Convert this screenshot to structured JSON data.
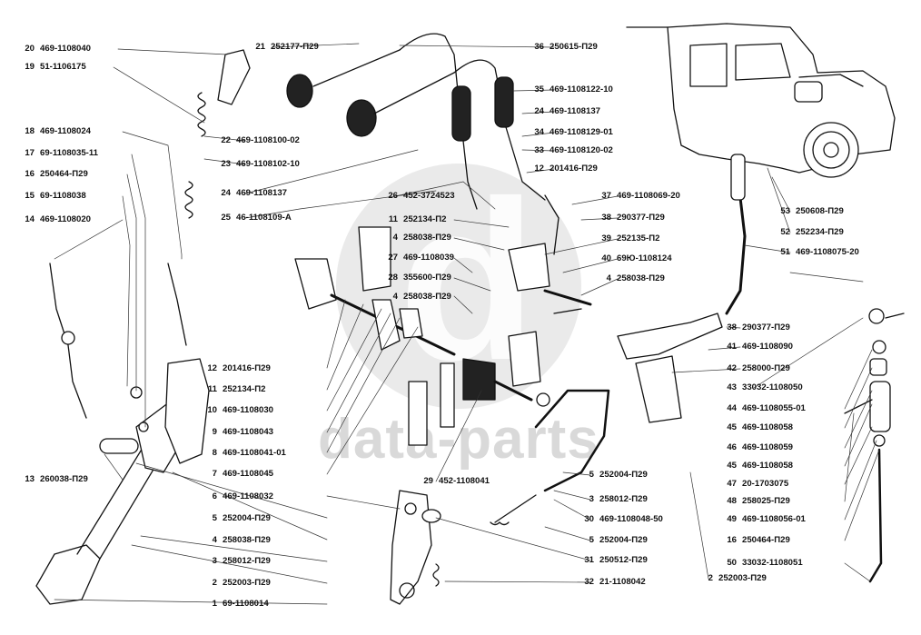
{
  "watermark": {
    "brand": "data-parts"
  },
  "callouts": [
    {
      "num": "20",
      "code": "469-1108040"
    },
    {
      "num": "19",
      "code": "51-1106175"
    },
    {
      "num": "18",
      "code": "469-1108024"
    },
    {
      "num": "17",
      "code": "69-1108035-11"
    },
    {
      "num": "16",
      "code": "250464-П29"
    },
    {
      "num": "15",
      "code": "69-1108038"
    },
    {
      "num": "14",
      "code": "469-1108020"
    },
    {
      "num": "13",
      "code": "260038-П29"
    },
    {
      "num": "21",
      "code": "252177-П29"
    },
    {
      "num": "22",
      "code": "469-1108100-02"
    },
    {
      "num": "23",
      "code": "469-1108102-10"
    },
    {
      "num": "24",
      "code": "469-1108137"
    },
    {
      "num": "25",
      "code": "46-1108109-А"
    },
    {
      "num": "26",
      "code": "452-3724523"
    },
    {
      "num": "11",
      "code": "252134-П2"
    },
    {
      "num": "4",
      "code": "258038-П29"
    },
    {
      "num": "27",
      "code": "469-1108039"
    },
    {
      "num": "28",
      "code": "355600-П29"
    },
    {
      "num": "4",
      "code": "258038-П29"
    },
    {
      "num": "12",
      "code": "201416-П29"
    },
    {
      "num": "11",
      "code": "252134-П2"
    },
    {
      "num": "10",
      "code": "469-1108030"
    },
    {
      "num": "9",
      "code": "469-1108043"
    },
    {
      "num": "8",
      "code": "469-1108041-01"
    },
    {
      "num": "7",
      "code": "469-1108045"
    },
    {
      "num": "6",
      "code": "469-1108032"
    },
    {
      "num": "5",
      "code": "252004-П29"
    },
    {
      "num": "4",
      "code": "258038-П29"
    },
    {
      "num": "3",
      "code": "258012-П29"
    },
    {
      "num": "2",
      "code": "252003-П29"
    },
    {
      "num": "1",
      "code": "69-1108014"
    },
    {
      "num": "36",
      "code": "250615-П29"
    },
    {
      "num": "35",
      "code": "469-1108122-10"
    },
    {
      "num": "24",
      "code": "469-1108137"
    },
    {
      "num": "34",
      "code": "469-1108129-01"
    },
    {
      "num": "33",
      "code": "469-1108120-02"
    },
    {
      "num": "12",
      "code": "201416-П29"
    },
    {
      "num": "37",
      "code": "469-1108069-20"
    },
    {
      "num": "38",
      "code": "290377-П29"
    },
    {
      "num": "39",
      "code": "252135-П2"
    },
    {
      "num": "40",
      "code": "69Ю-1108124"
    },
    {
      "num": "4",
      "code": "258038-П29"
    },
    {
      "num": "38",
      "code": "290377-П29"
    },
    {
      "num": "41",
      "code": "469-1108090"
    },
    {
      "num": "42",
      "code": "258000-П29"
    },
    {
      "num": "29",
      "code": "452-1108041"
    },
    {
      "num": "5",
      "code": "252004-П29"
    },
    {
      "num": "3",
      "code": "258012-П29"
    },
    {
      "num": "30",
      "code": "469-1108048-50"
    },
    {
      "num": "5",
      "code": "252004-П29"
    },
    {
      "num": "31",
      "code": "250512-П29"
    },
    {
      "num": "32",
      "code": "21-1108042"
    },
    {
      "num": "2",
      "code": "252003-П29"
    },
    {
      "num": "53",
      "code": "250608-П29"
    },
    {
      "num": "52",
      "code": "252234-П29"
    },
    {
      "num": "51",
      "code": "469-1108075-20"
    },
    {
      "num": "43",
      "code": "33032-1108050"
    },
    {
      "num": "44",
      "code": "469-1108055-01"
    },
    {
      "num": "45",
      "code": "469-1108058"
    },
    {
      "num": "46",
      "code": "469-1108059"
    },
    {
      "num": "45",
      "code": "469-1108058"
    },
    {
      "num": "47",
      "code": "20-1703075"
    },
    {
      "num": "48",
      "code": "258025-П29"
    },
    {
      "num": "49",
      "code": "469-1108056-01"
    },
    {
      "num": "16",
      "code": "250464-П29"
    },
    {
      "num": "50",
      "code": "33032-1108051"
    }
  ]
}
